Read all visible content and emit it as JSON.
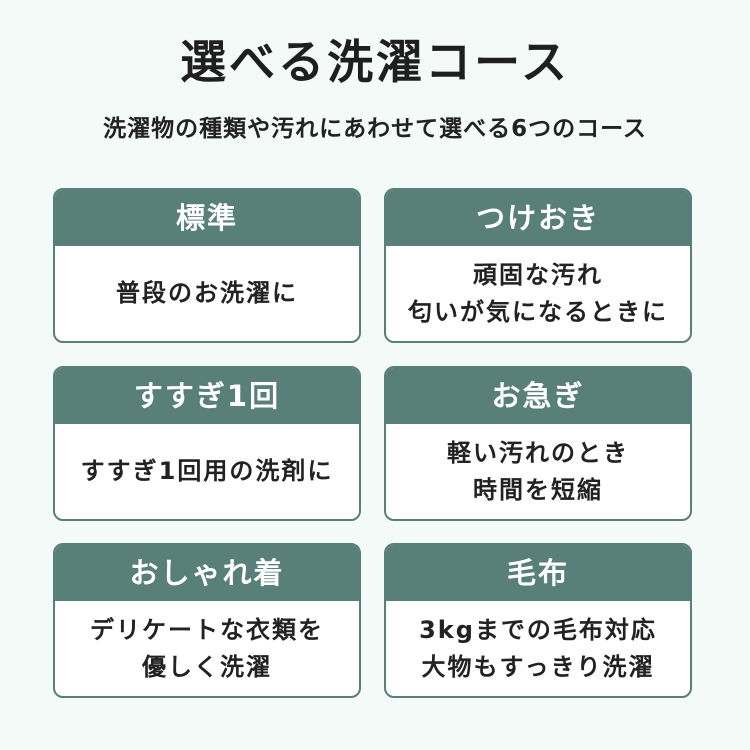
{
  "title": "選べる洗濯コース",
  "subtitle": "洗濯物の種類や汚れにあわせて選べる6つのコース",
  "colors": {
    "accent": "#587f78",
    "background": "#f4faf8",
    "text": "#222222"
  },
  "courses": [
    {
      "name": "標準",
      "lines": [
        "普段のお洗濯に"
      ]
    },
    {
      "name": "つけおき",
      "lines": [
        "頑固な汚れ",
        "匂いが気になるときに"
      ]
    },
    {
      "name": "すすぎ1回",
      "lines": [
        "すすぎ1回用の洗剤に"
      ]
    },
    {
      "name": "お急ぎ",
      "lines": [
        "軽い汚れのとき",
        "時間を短縮"
      ]
    },
    {
      "name": "おしゃれ着",
      "lines": [
        "デリケートな衣類を",
        "優しく洗濯"
      ]
    },
    {
      "name": "毛布",
      "lines": [
        "3kgまでの毛布対応",
        "大物もすっきり洗濯"
      ]
    }
  ]
}
